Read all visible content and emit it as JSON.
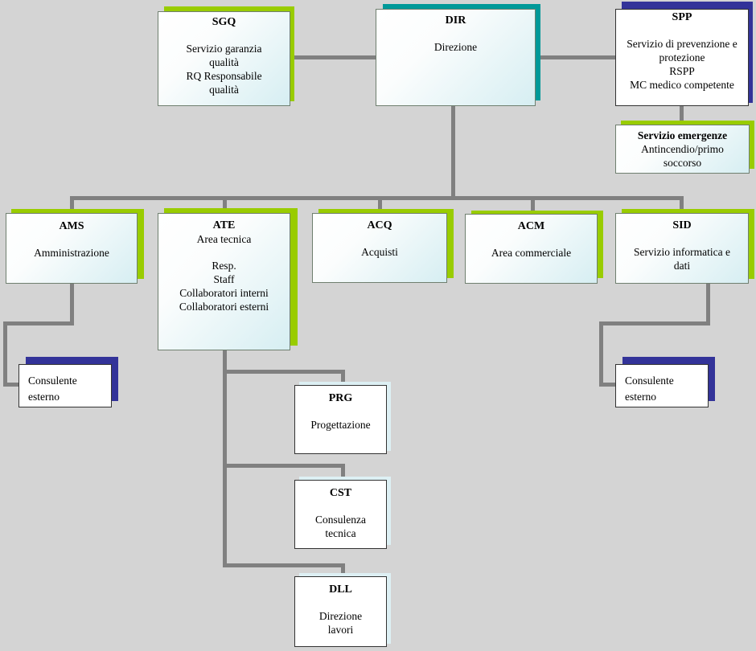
{
  "colors": {
    "background": "#d4d4d4",
    "connector": "#808080",
    "shadow_green": "#99cc00",
    "shadow_teal": "#009999",
    "shadow_navy": "#333399"
  },
  "sgq": {
    "code": "SGQ",
    "lines": [
      "Servizio garanzia",
      "qualità",
      "RQ Responsabile",
      "qualità"
    ]
  },
  "dir": {
    "code": "DIR",
    "lines": [
      "Direzione"
    ]
  },
  "spp": {
    "code": "SPP",
    "lines": [
      "Servizio di prevenzione e",
      "protezione",
      "RSPP",
      "MC medico competente"
    ]
  },
  "emergenze": {
    "code": "Servizio emergenze",
    "lines": [
      "Antincendio/primo",
      "soccorso"
    ]
  },
  "ams": {
    "code": "AMS",
    "lines": [
      "Amministrazione"
    ]
  },
  "ate": {
    "code": "ATE",
    "lines": [
      "Area tecnica",
      "Resp.",
      "Staff",
      "Collaboratori interni",
      "Collaboratori esterni"
    ]
  },
  "acq": {
    "code": "ACQ",
    "lines": [
      "Acquisti"
    ]
  },
  "acm": {
    "code": "ACM",
    "lines": [
      "Area commerciale"
    ]
  },
  "sid": {
    "code": "SID",
    "lines": [
      "Servizio informatica e",
      "dati"
    ]
  },
  "consulente_ams": {
    "lines": [
      "Consulente",
      "esterno"
    ]
  },
  "consulente_sid": {
    "lines": [
      "Consulente",
      "esterno"
    ]
  },
  "prg": {
    "code": "PRG",
    "lines": [
      "Progettazione"
    ]
  },
  "cst": {
    "code": "CST",
    "lines": [
      "Consulenza",
      "tecnica"
    ]
  },
  "dll": {
    "code": "DLL",
    "lines": [
      "Direzione",
      "lavori"
    ]
  }
}
